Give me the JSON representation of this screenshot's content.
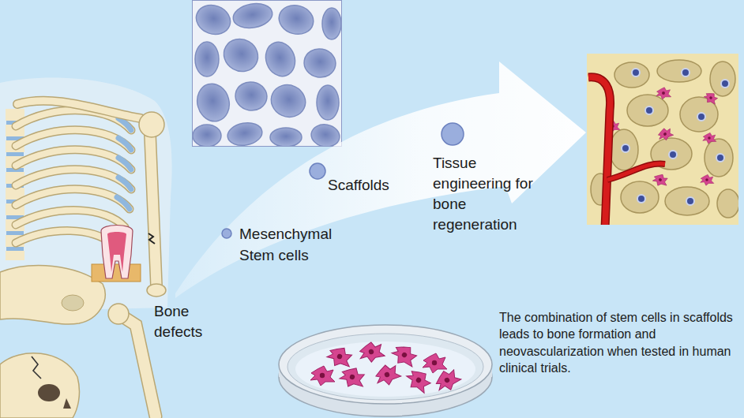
{
  "diagram": {
    "labels": [
      "Bone defects",
      "Mesenchymal Stem cells",
      "Scaffolds",
      "Tissue engineering for bone regeneration",
      "The combination of stem cells in scaffolds leads to bone formation and neovascularization when tested in human clinical trials."
    ]
  }
}
